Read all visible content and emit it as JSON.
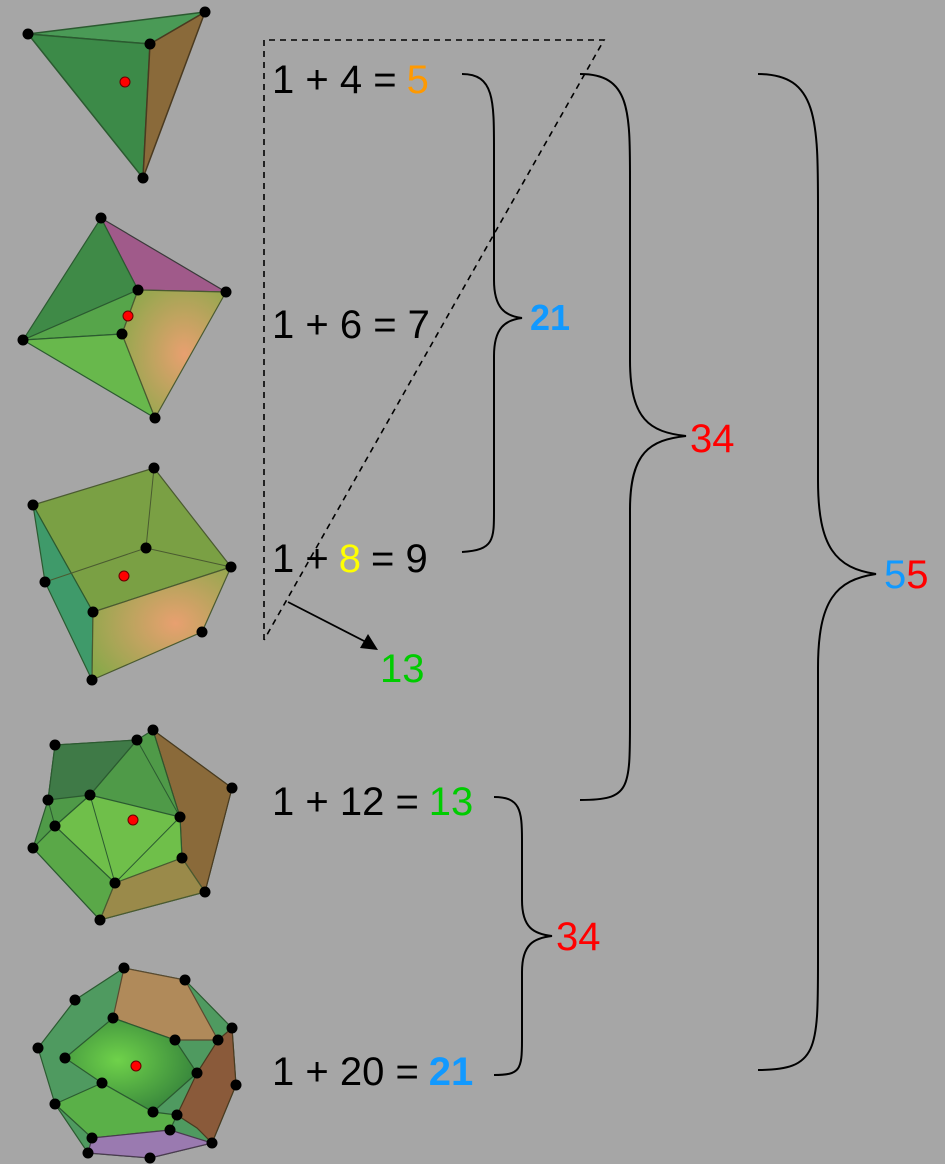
{
  "colors": {
    "background": "#a6a6a6",
    "orange": "#ff9900",
    "yellow": "#ffff00",
    "green": "#00cc00",
    "blue": "#1199ff",
    "red": "#ff0000",
    "black": "#000000",
    "vertex_dot": "#000000",
    "center_dot": "#ff0000"
  },
  "solids": [
    {
      "name": "tetrahedron",
      "vertices": 4
    },
    {
      "name": "octahedron",
      "vertices": 6
    },
    {
      "name": "cube",
      "vertices": 8
    },
    {
      "name": "icosahedron",
      "vertices": 12
    },
    {
      "name": "dodecahedron",
      "vertices": 20
    }
  ],
  "equations": [
    {
      "lhs": "1 + 4 =",
      "rhs": "5",
      "rhs_color": "orange"
    },
    {
      "pre": "1 +",
      "mid": "8",
      "post": "= 9",
      "mid_color": "yellow",
      "label_full": "1 + 8 = 9"
    },
    {
      "lhs": "1 + 6 = 7"
    },
    {
      "lhs": "1 + 12 =",
      "rhs": "13",
      "rhs_color": "green"
    },
    {
      "lhs": "1 + 20 =",
      "rhs": "21",
      "rhs_color": "blue"
    }
  ],
  "annotations": {
    "arrow_result": "13",
    "brace_top_sum": "21",
    "brace_mid_sum": "34",
    "brace_bottom_sum": "34",
    "grand_total_first_digit": "5",
    "grand_total_second_digit": "5"
  }
}
